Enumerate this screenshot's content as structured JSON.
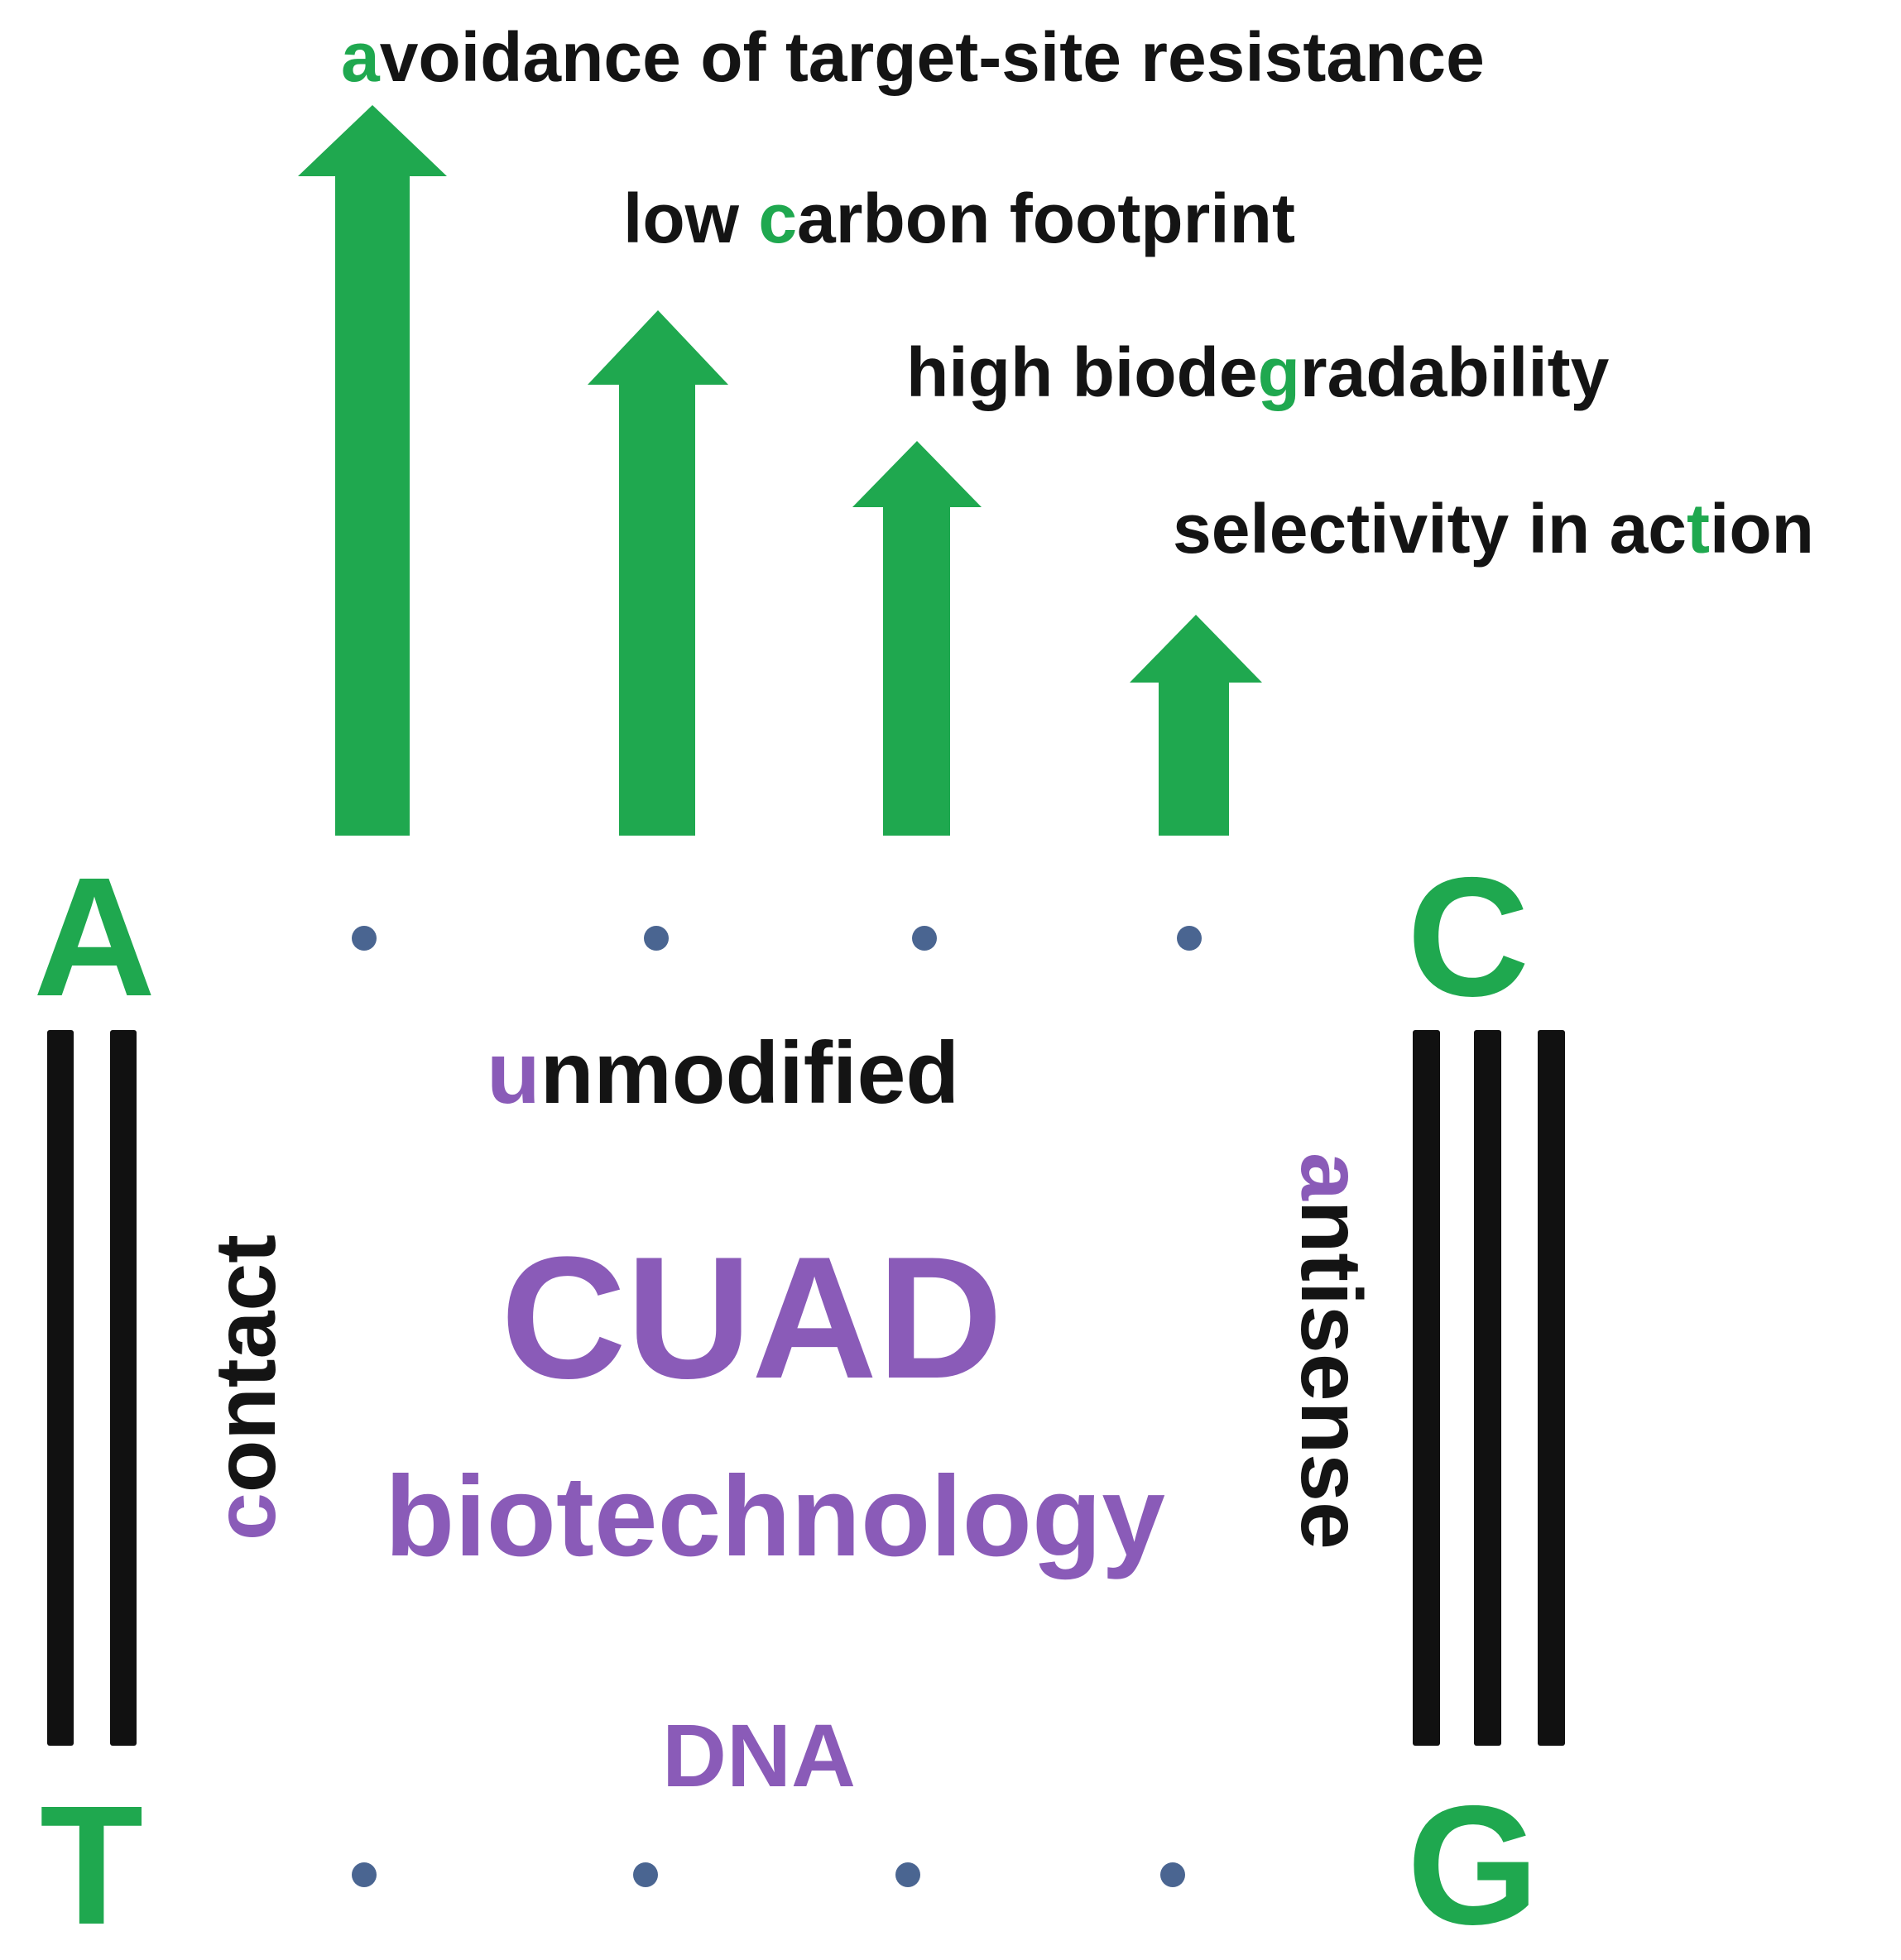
{
  "colors": {
    "green": "#1fa84f",
    "purple": "#8a5bb8",
    "text": "#141414",
    "dot": "#4a6591",
    "bar": "#111111"
  },
  "benefits": [
    {
      "first": "",
      "accent": "a",
      "rest": "voidance of target-site resistance"
    },
    {
      "first": "low ",
      "accent": "c",
      "rest": "arbon footprint"
    },
    {
      "first": "high biode",
      "accent": "g",
      "rest": "radability"
    },
    {
      "first": "selectivity in ac",
      "accent": "t",
      "rest": "ion"
    }
  ],
  "bases": {
    "top_left": "A",
    "top_right": "C",
    "bottom_left": "T",
    "bottom_right": "G"
  },
  "labels": {
    "unmodified_accent": "u",
    "unmodified_rest": "nmodified",
    "contact_accent": "c",
    "contact_rest": "ontact",
    "antisense_accent": "a",
    "antisense_rest": "ntisense",
    "cuad": "CUAD",
    "biotechnology": "biotechnology",
    "dna": "DNA"
  }
}
